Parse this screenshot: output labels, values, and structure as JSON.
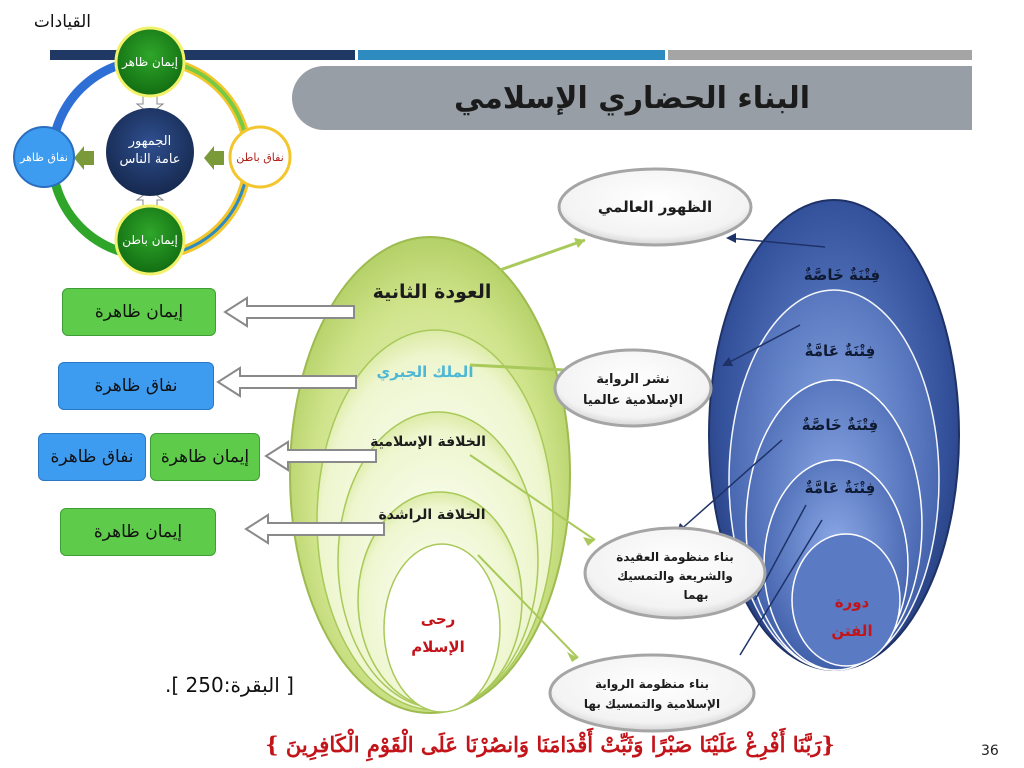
{
  "slide": {
    "corner_label": "القيادات",
    "title": "البناء الحضاري الإسلامي",
    "page_number": "36",
    "reference": "[ البقرة:250 ].",
    "verse": "{رَبَّنَا أَفْرِغْ عَلَيْنَا صَبْرًا وَثَبِّتْ أَقْدَامَنَا وَانصُرْنَا عَلَى الْقَوْمِ الْكَافِرِينَ }"
  },
  "cycle": {
    "top": "إيمان ظاهر",
    "center_line1": "الجمهور",
    "center_line2": "عامة الناس",
    "left": "نفاق ظاهر",
    "right": "نفاق باطن",
    "bottom": "إيمان باطن"
  },
  "side_boxes": {
    "row1": "إيمان ظاهرة",
    "row2": "نفاق ظاهرة",
    "row3_green": "إيمان ظاهرة",
    "row3_blue": "نفاق ظاهرة",
    "row4": "إيمان ظاهرة"
  },
  "green_eras": {
    "outer": "العودة الثانية",
    "second": "الملك الجبري",
    "third": "الخلافة الإسلامية",
    "fourth": "الخلافة الراشدة",
    "core_line1": "رحى",
    "core_line2": "الإسلام"
  },
  "blue_fitan": {
    "first": "فِتْنَةٌ خَاصَّةٌ",
    "second": "فِتْنَةٌ عَامَّةٌ",
    "third": "فِتْنَةٌ خَاصَّةٌ",
    "fourth": "فِتْنَةٌ عَامَّةٌ",
    "core_line1": "دورة",
    "core_line2": "الفتن"
  },
  "bubbles": {
    "global": "الظهور العالمي",
    "narration_line1": "نشر الرواية",
    "narration_line2": "الإسلامية عالميا",
    "creed_line1": "بناء منظومة العقيدة",
    "creed_line2": "والشريعة والتمسيك",
    "creed_line3": "بهما",
    "riwaya_line1": "بناء منظومة الرواية",
    "riwaya_line2": "الإسلامية والتمسيك بها"
  },
  "colors": {
    "navy_bar": "#1f3864",
    "blue_bar": "#2e8bc0",
    "gray_bar": "#a5a5a5",
    "verse_red": "#c3141a",
    "green_box": "#5ecb4b",
    "blue_box": "#3d9bf0"
  }
}
